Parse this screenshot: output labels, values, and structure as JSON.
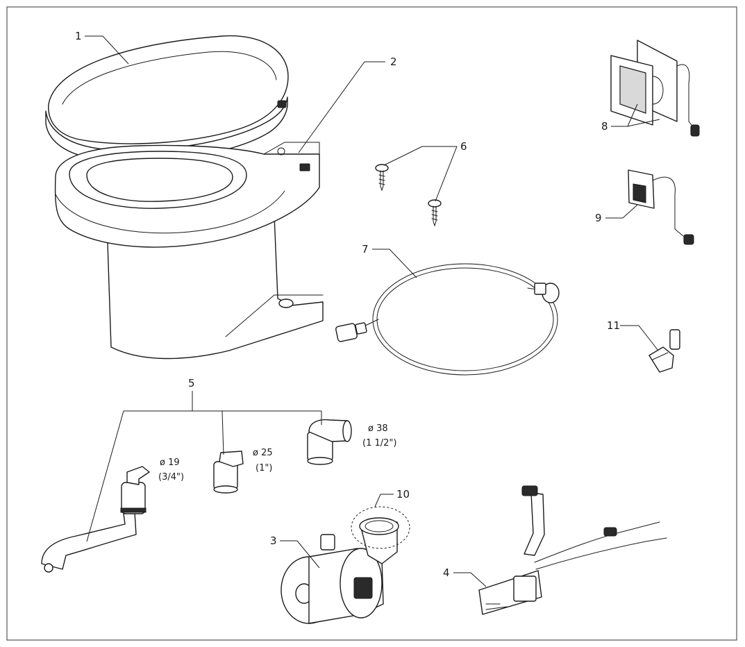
{
  "callouts": {
    "c1": "1",
    "c2": "2",
    "c3": "3",
    "c4": "4",
    "c5": "5",
    "c6": "6",
    "c7": "7",
    "c8": "8",
    "c9": "9",
    "c10": "10",
    "c11": "11"
  },
  "fittings": {
    "d19_size": "ø 19",
    "d19_inch": "(3/4\")",
    "d25_size": "ø 25",
    "d25_inch": "(1\")",
    "d38_size": "ø 38",
    "d38_inch": "(1 1/2\")"
  },
  "colors": {
    "line": "#1a1a1a",
    "background": "#ffffff",
    "frame": "#555555"
  }
}
